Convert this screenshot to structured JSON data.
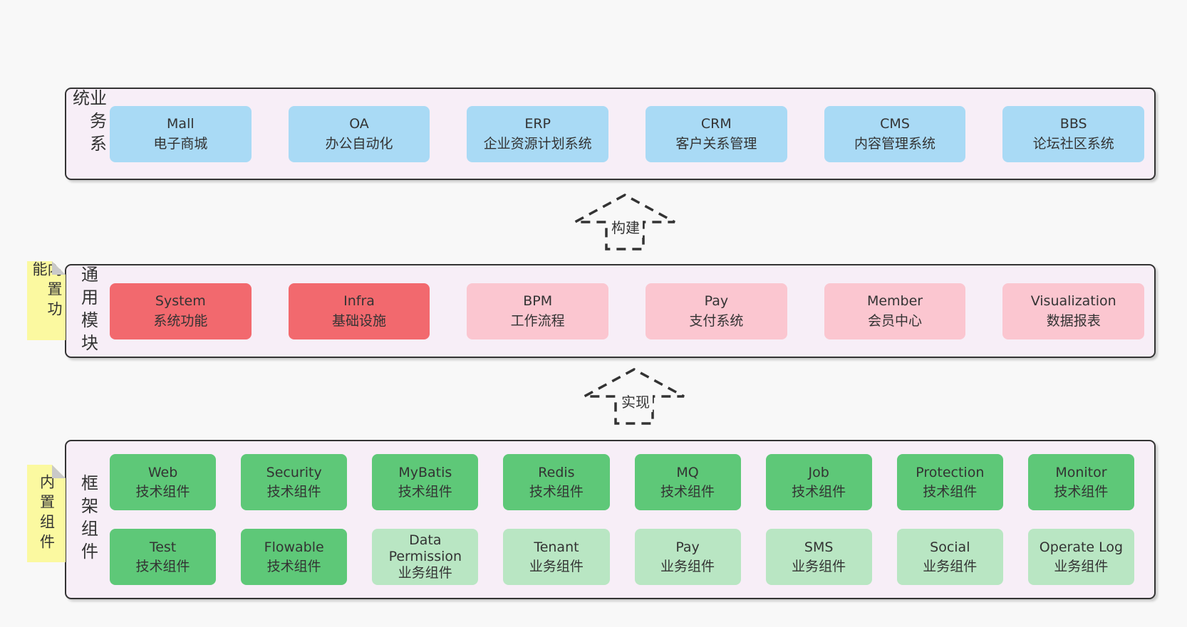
{
  "colors": {
    "background": "#f8f8f8",
    "container_fill": "#f7eef7",
    "container_border": "#333333",
    "business_box": "#a9daf5",
    "core_module_box": "#f2696e",
    "extra_module_box": "#fbc6d0",
    "tech_component_box": "#5ec878",
    "biz_component_box": "#b9e6c3",
    "sticky_note": "#fbf9a0",
    "text": "#333333"
  },
  "layers": {
    "business": {
      "label": "业务系统",
      "boxes": [
        {
          "title": "Mall",
          "subtitle": "电子商城"
        },
        {
          "title": "OA",
          "subtitle": "办公自动化"
        },
        {
          "title": "ERP",
          "subtitle": "企业资源计划系统"
        },
        {
          "title": "CRM",
          "subtitle": "客户关系管理"
        },
        {
          "title": "CMS",
          "subtitle": "内容管理系统"
        },
        {
          "title": "BBS",
          "subtitle": "论坛社区系统"
        }
      ]
    },
    "modules": {
      "label": "通用模块",
      "sticky": "内置功能",
      "boxes": [
        {
          "title": "System",
          "subtitle": "系统功能"
        },
        {
          "title": "Infra",
          "subtitle": "基础设施"
        },
        {
          "title": "BPM",
          "subtitle": "工作流程"
        },
        {
          "title": "Pay",
          "subtitle": "支付系统"
        },
        {
          "title": "Member",
          "subtitle": "会员中心"
        },
        {
          "title": "Visualization",
          "subtitle": "数据报表"
        }
      ]
    },
    "components": {
      "label": "框架组件",
      "sticky": "内置组件",
      "row1": [
        {
          "title": "Web",
          "subtitle": "技术组件"
        },
        {
          "title": "Security",
          "subtitle": "技术组件"
        },
        {
          "title": "MyBatis",
          "subtitle": "技术组件"
        },
        {
          "title": "Redis",
          "subtitle": "技术组件"
        },
        {
          "title": "MQ",
          "subtitle": "技术组件"
        },
        {
          "title": "Job",
          "subtitle": "技术组件"
        },
        {
          "title": "Protection",
          "subtitle": "技术组件"
        },
        {
          "title": "Monitor",
          "subtitle": "技术组件"
        }
      ],
      "row2": [
        {
          "title": "Test",
          "subtitle": "技术组件"
        },
        {
          "title": "Flowable",
          "subtitle": "技术组件"
        },
        {
          "title": "Data Permission",
          "subtitle": "业务组件"
        },
        {
          "title": "Tenant",
          "subtitle": "业务组件"
        },
        {
          "title": "Pay",
          "subtitle": "业务组件"
        },
        {
          "title": "SMS",
          "subtitle": "业务组件"
        },
        {
          "title": "Social",
          "subtitle": "业务组件"
        },
        {
          "title": "Operate Log",
          "subtitle": "业务组件"
        }
      ]
    }
  },
  "arrows": {
    "build": {
      "label": "构建"
    },
    "implement": {
      "label": "实现"
    }
  }
}
